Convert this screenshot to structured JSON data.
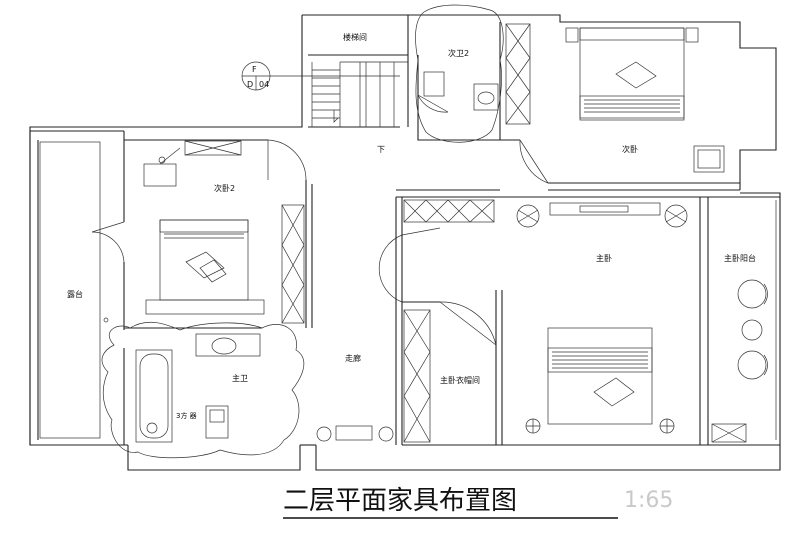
{
  "title": "二层平面家具布置图",
  "scale": "1:65",
  "rooms": {
    "stairwell": "楼梯间",
    "stair_down": "下",
    "second_bath": "次卫2",
    "second_bedroom": "次卧",
    "second_bedroom_2": "次卧2",
    "terrace": "露台",
    "main_bath": "主卫",
    "corridor": "走廊",
    "master_closet": "主卧衣帽间",
    "master_bedroom": "主卧",
    "master_balcony": "主卧阳台"
  },
  "marker": {
    "top": "F",
    "bottom_left": "D",
    "bottom_right": "04"
  },
  "small_note": "3方\n器"
}
